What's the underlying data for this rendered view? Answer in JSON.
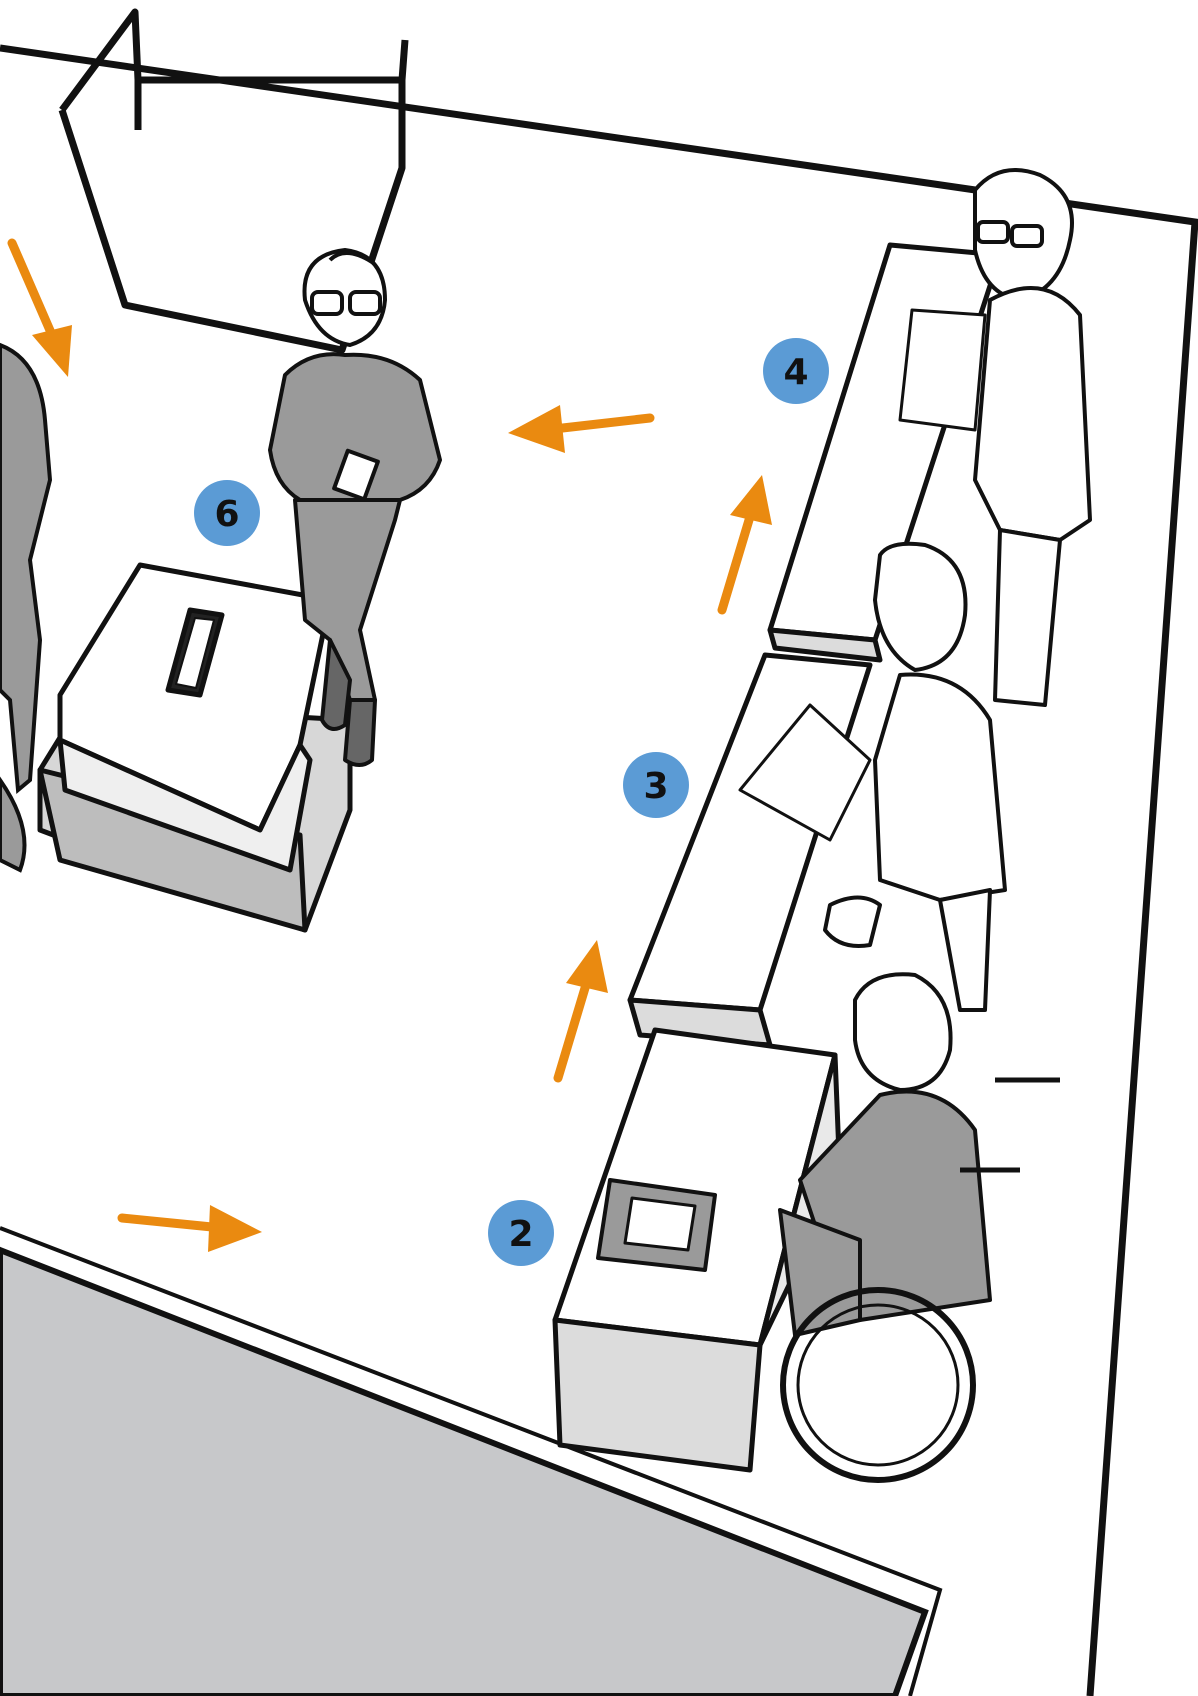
{
  "illustration": {
    "colors": {
      "background": "#ffffff",
      "line": "#111111",
      "floor_gray": "#c7c8ca",
      "clothing_gray": "#9a9a9a",
      "light_gray": "#dcdcdc",
      "arrow": "#ea8a10",
      "badge": "#5b9bd5",
      "badge_text": "#111111"
    },
    "badges": [
      {
        "number": "6"
      },
      {
        "number": "4"
      },
      {
        "number": "3"
      },
      {
        "number": "2"
      }
    ]
  }
}
